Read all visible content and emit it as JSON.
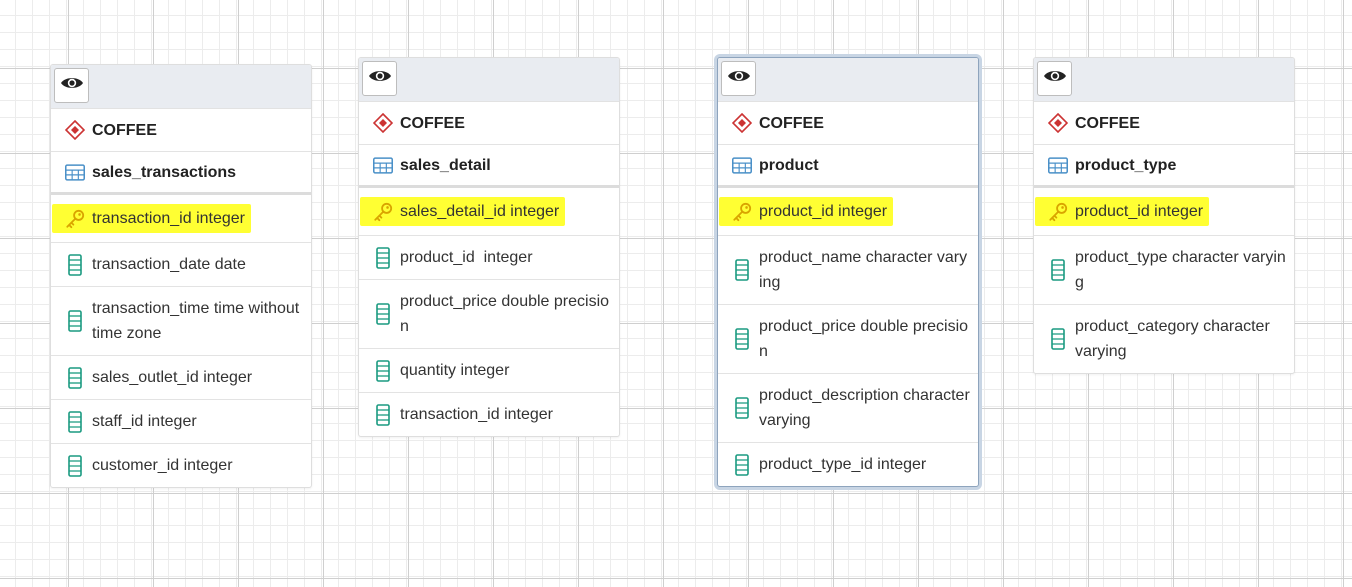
{
  "colors": {
    "schema_icon": "#cc3333",
    "table_icon": "#4a90c8",
    "column_icon": "#1a9a80",
    "key_icon": "#d9a400",
    "highlight": "#ffff33"
  },
  "icons": {
    "visibility": "eye-icon",
    "schema": "schema-diamond-icon",
    "table": "table-icon",
    "primary_key": "key-icon",
    "column": "column-icon"
  },
  "tables": [
    {
      "schema": "COFFEE",
      "name": "sales_transactions",
      "columns": [
        {
          "text": "transaction_id integer",
          "pk": true
        },
        {
          "text": "transaction_date date",
          "pk": false
        },
        {
          "text": "transaction_time time without time zone",
          "pk": false
        },
        {
          "text": "sales_outlet_id integer",
          "pk": false
        },
        {
          "text": "staff_id integer",
          "pk": false
        },
        {
          "text": "customer_id integer",
          "pk": false
        }
      ]
    },
    {
      "schema": "COFFEE",
      "name": "sales_detail",
      "columns": [
        {
          "text": "sales_detail_id integer",
          "pk": true
        },
        {
          "text": "product_id  integer",
          "pk": false
        },
        {
          "text": "product_price double precision",
          "pk": false
        },
        {
          "text": "quantity integer",
          "pk": false
        },
        {
          "text": "transaction_id integer",
          "pk": false
        }
      ]
    },
    {
      "schema": "COFFEE",
      "name": "product",
      "selected": true,
      "columns": [
        {
          "text": "product_id integer",
          "pk": true
        },
        {
          "text": "product_name character varying",
          "pk": false
        },
        {
          "text": "product_price double precision",
          "pk": false
        },
        {
          "text": "product_description character varying",
          "pk": false
        },
        {
          "text": "product_type_id integer",
          "pk": false
        }
      ]
    },
    {
      "schema": "COFFEE",
      "name": "product_type",
      "columns": [
        {
          "text": "product_id integer",
          "pk": true
        },
        {
          "text": "product_type character varying",
          "pk": false
        },
        {
          "text": "product_category character varying",
          "pk": false
        }
      ]
    }
  ]
}
